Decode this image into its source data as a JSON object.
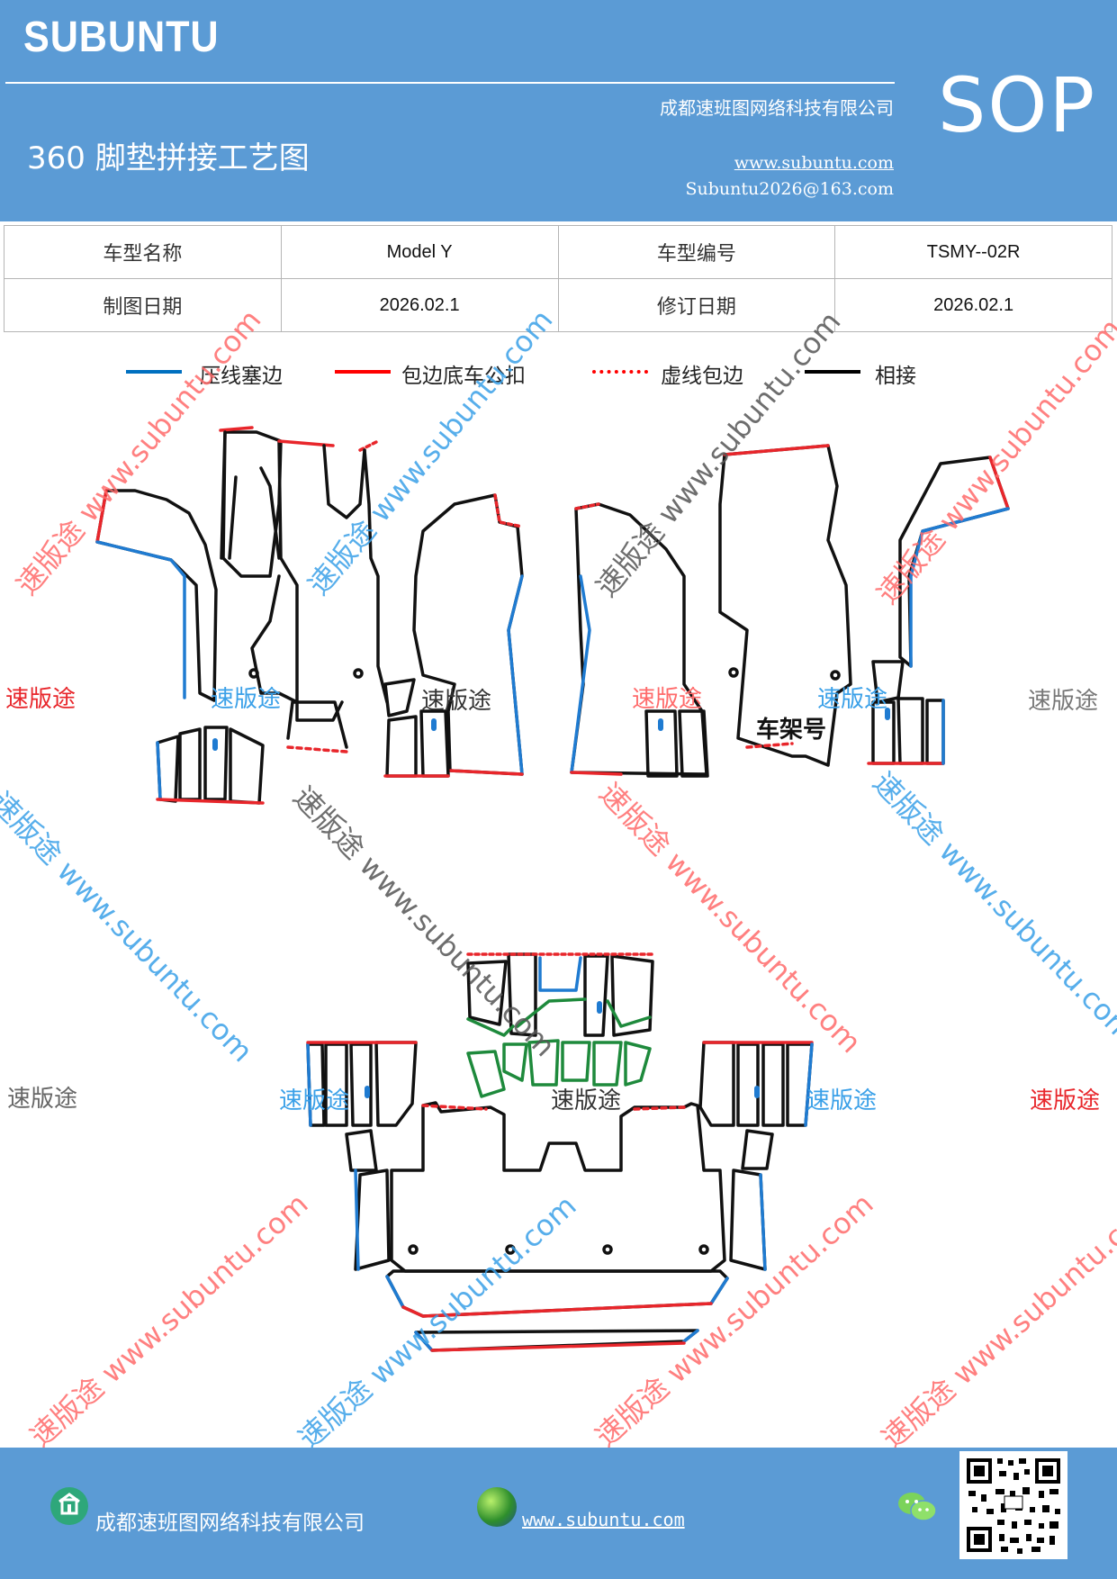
{
  "header": {
    "brand": "SUBUNTU",
    "company": "成都速班图网络科技有限公司",
    "title": "360 脚垫拼接工艺图",
    "website": "www.subuntu.com",
    "email": "Subuntu2026@163.com",
    "badge": "SOP"
  },
  "info_table": {
    "model_name_label": "车型名称",
    "model_name_value": "Model Y",
    "model_code_label": "车型编号",
    "model_code_value": "TSMY--02R",
    "draw_date_label": "制图日期",
    "draw_date_value": "2026.02.1",
    "revise_date_label": "修订日期",
    "revise_date_value": "2026.02.1"
  },
  "legend": [
    {
      "label": "压线塞边",
      "color": "#0070c0",
      "style": "solid"
    },
    {
      "label": "包边底车公扣",
      "color": "#ff0000",
      "style": "solid"
    },
    {
      "label": "虚线包边",
      "color": "#ff0000",
      "style": "dotted"
    },
    {
      "label": "相接",
      "color": "#000000",
      "style": "solid"
    }
  ],
  "drawing": {
    "frame_label": "车架号",
    "outline_colors": {
      "press": "#1f7bd1",
      "wrap": "#e8262b",
      "join": "#111111",
      "green": "#1e8a3c"
    }
  },
  "watermarks": {
    "brand_cn": "速版途",
    "diagonal": "速版途 www.subuntu.com",
    "diagonal_reverse": "速版途 www.subuntu.com"
  },
  "footer": {
    "company": "成都速班图网络科技有限公司",
    "website": "www.subuntu.com"
  }
}
